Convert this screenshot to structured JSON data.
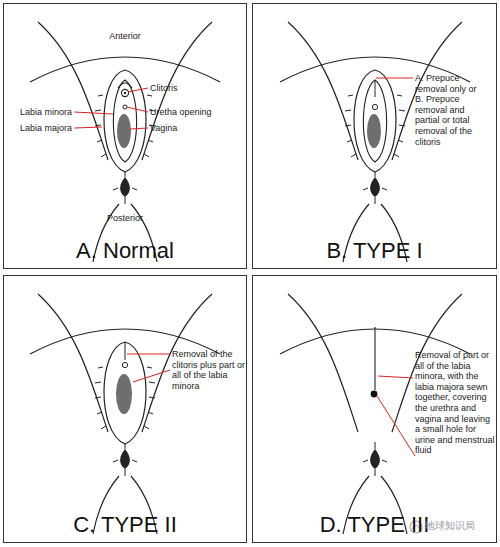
{
  "diagram": {
    "nodes": [
      {
        "text": [
          "A. Normal"
        ]
      },
      {
        "text": [
          "B. TYPE I"
        ]
      },
      {
        "text": [
          "C. TYPE II"
        ]
      },
      {
        "text": [
          "D. TYPE III"
        ]
      }
    ],
    "labels": [
      "Anterior",
      "Clitoris",
      "Labia minora",
      "Uretha opening",
      "Labia majora",
      "Vagina",
      "Posterior",
      "A. Prepuce removal only or B. Prepuce removal and partial or total removal of the clitoris",
      "Removal of the clitoris plus part or all of the labia minora",
      "Removal of part or all of the labia minora, with the labia majora sewn together, covering the urethra and vagina and leaving a small hole for urine and menstrual fluid",
      "地球知识局"
    ]
  }
}
